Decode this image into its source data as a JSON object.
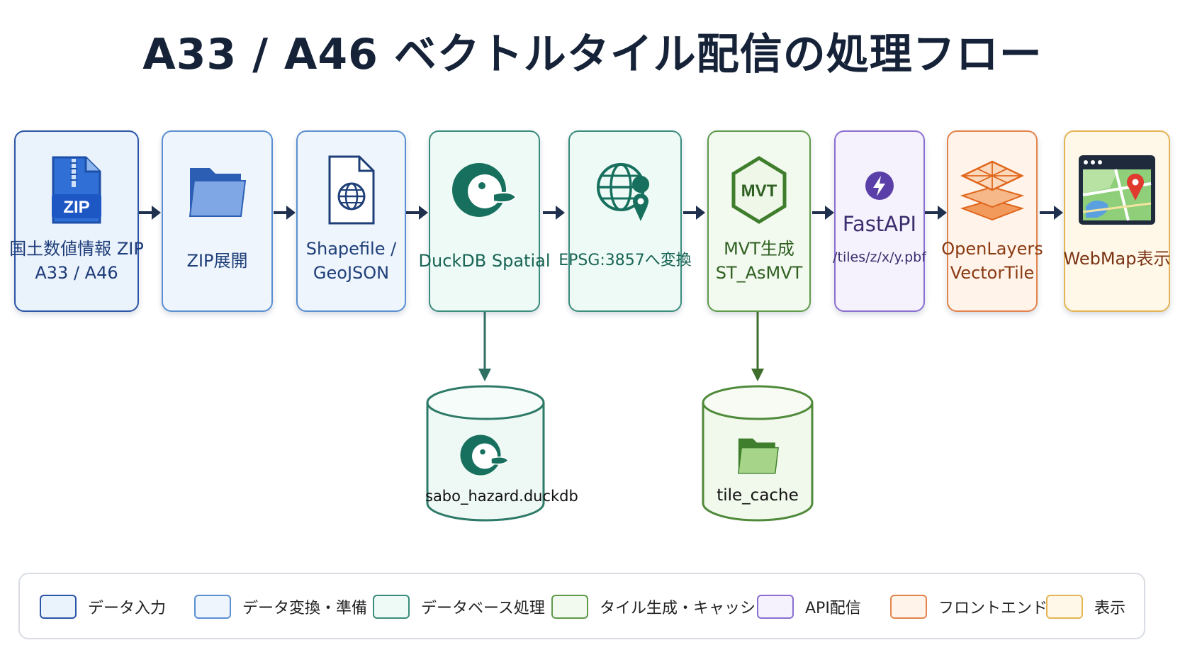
{
  "title": "A33 / A46 ベクトルタイル配信の処理フロー",
  "nodes": [
    {
      "id": "input",
      "lines": [
        "国土数値情報 ZIP",
        "A33 / A46"
      ],
      "icon": "zip-file-icon",
      "icon_text": "ZIP",
      "category": "data-input"
    },
    {
      "id": "unzip",
      "lines": [
        "ZIP展開"
      ],
      "icon": "folder-icon",
      "category": "data-prep"
    },
    {
      "id": "shapefile",
      "lines": [
        "Shapefile /",
        "GeoJSON"
      ],
      "icon": "globe-file-icon",
      "category": "data-prep"
    },
    {
      "id": "duckdb",
      "lines": [
        "DuckDB Spatial"
      ],
      "icon": "duck-icon",
      "category": "database"
    },
    {
      "id": "epsg",
      "lines": [
        "EPSG:3857へ変換"
      ],
      "icon": "globe-pin-icon",
      "category": "database"
    },
    {
      "id": "mvt",
      "lines": [
        "MVT生成",
        "ST_AsMVT"
      ],
      "icon": "mvt-hexagon-icon",
      "icon_text": "MVT",
      "category": "tile"
    },
    {
      "id": "fastapi",
      "lines": [
        "FastAPI",
        "/tiles/z/x/y.pbf"
      ],
      "icon": "lightning-icon",
      "category": "api"
    },
    {
      "id": "openlayers",
      "lines": [
        "OpenLayers",
        "VectorTile"
      ],
      "icon": "layers-icon",
      "category": "frontend"
    },
    {
      "id": "webmap",
      "lines": [
        "WebMap表示"
      ],
      "icon": "map-window-icon",
      "category": "display"
    }
  ],
  "storage": [
    {
      "id": "duckdb-file",
      "label": "sabo_hazard.duckdb",
      "icon": "duck-icon",
      "from": "duckdb"
    },
    {
      "id": "tile-cache",
      "label": "tile_cache",
      "icon": "folder-icon",
      "from": "mvt"
    }
  ],
  "legend": [
    {
      "label": "データ入力",
      "category": "data-input"
    },
    {
      "label": "データ変換・準備",
      "category": "data-prep"
    },
    {
      "label": "データベース処理",
      "category": "database"
    },
    {
      "label": "タイル生成・キャッシュ",
      "category": "tile"
    },
    {
      "label": "API配信",
      "category": "api"
    },
    {
      "label": "フロントエンド",
      "category": "frontend"
    },
    {
      "label": "表示",
      "category": "display"
    }
  ],
  "colors": {
    "data-input": {
      "border": "#2b55a6",
      "fill": "#eaf2fc",
      "text": "#1d3b78"
    },
    "data-prep": {
      "border": "#5b8fd1",
      "fill": "#eef5fd",
      "text": "#1f3f78"
    },
    "database": {
      "border": "#3a8c7c",
      "fill": "#eefaf6",
      "text": "#176454"
    },
    "tile": {
      "border": "#5f9a4a",
      "fill": "#f2f9ee",
      "text": "#2f6022"
    },
    "api": {
      "border": "#8a6fd0",
      "fill": "#f5f1fd",
      "text": "#3c2e6e"
    },
    "frontend": {
      "border": "#e3834b",
      "fill": "#fff3ea",
      "text": "#8a3b12"
    },
    "display": {
      "border": "#e3b454",
      "fill": "#fff8e8",
      "text": "#7a3214"
    },
    "arrow": "#1f2f4e"
  }
}
